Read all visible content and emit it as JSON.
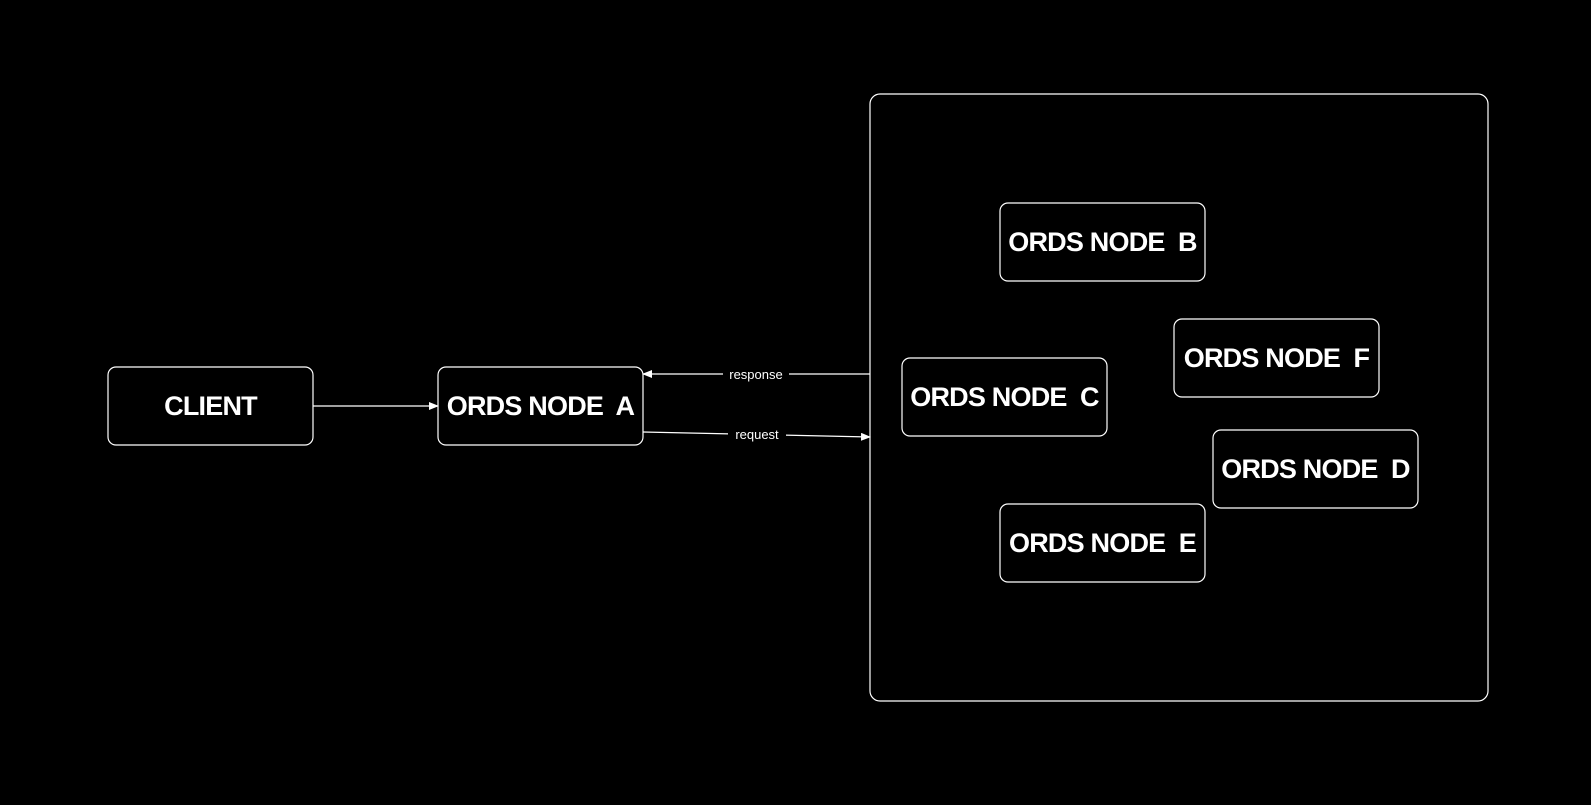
{
  "diagram": {
    "nodes": {
      "client": "CLIENT",
      "node_a": "ORDS NODE  A",
      "node_b": "ORDS NODE  B",
      "node_c": "ORDS NODE  C",
      "node_d": "ORDS NODE  D",
      "node_e": "ORDS NODE  E",
      "node_f": "ORDS NODE  F"
    },
    "edges": {
      "response": "response",
      "request": "request"
    },
    "colors": {
      "background": "#000000",
      "stroke": "#ffffff",
      "text": "#ffffff"
    }
  }
}
